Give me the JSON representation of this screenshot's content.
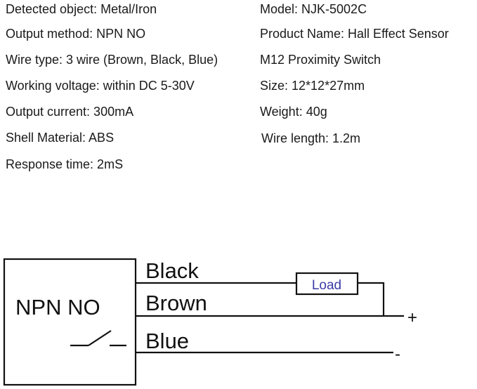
{
  "specs_left": [
    "Detected object: Metal/Iron",
    "Output method: NPN NO",
    "Wire type: 3 wire (Brown, Black, Blue)",
    "Working voltage: within DC 5-30V",
    "Output current: 300mA",
    "Shell Material: ABS",
    "Response time: 2mS"
  ],
  "specs_right": [
    "Model: NJK-5002C",
    "Product Name: Hall Effect Sensor",
    "M12 Proximity Switch",
    "Size: 12*12*27mm",
    "Weight: 40g",
    "Wire length: 1.2m"
  ],
  "diagram": {
    "box_label": "NPN NO",
    "wire_black": "Black",
    "wire_brown": "Brown",
    "wire_blue": "Blue",
    "load_label": "Load",
    "positive": "+",
    "negative": "-",
    "load_color": "#3a3aa8"
  }
}
